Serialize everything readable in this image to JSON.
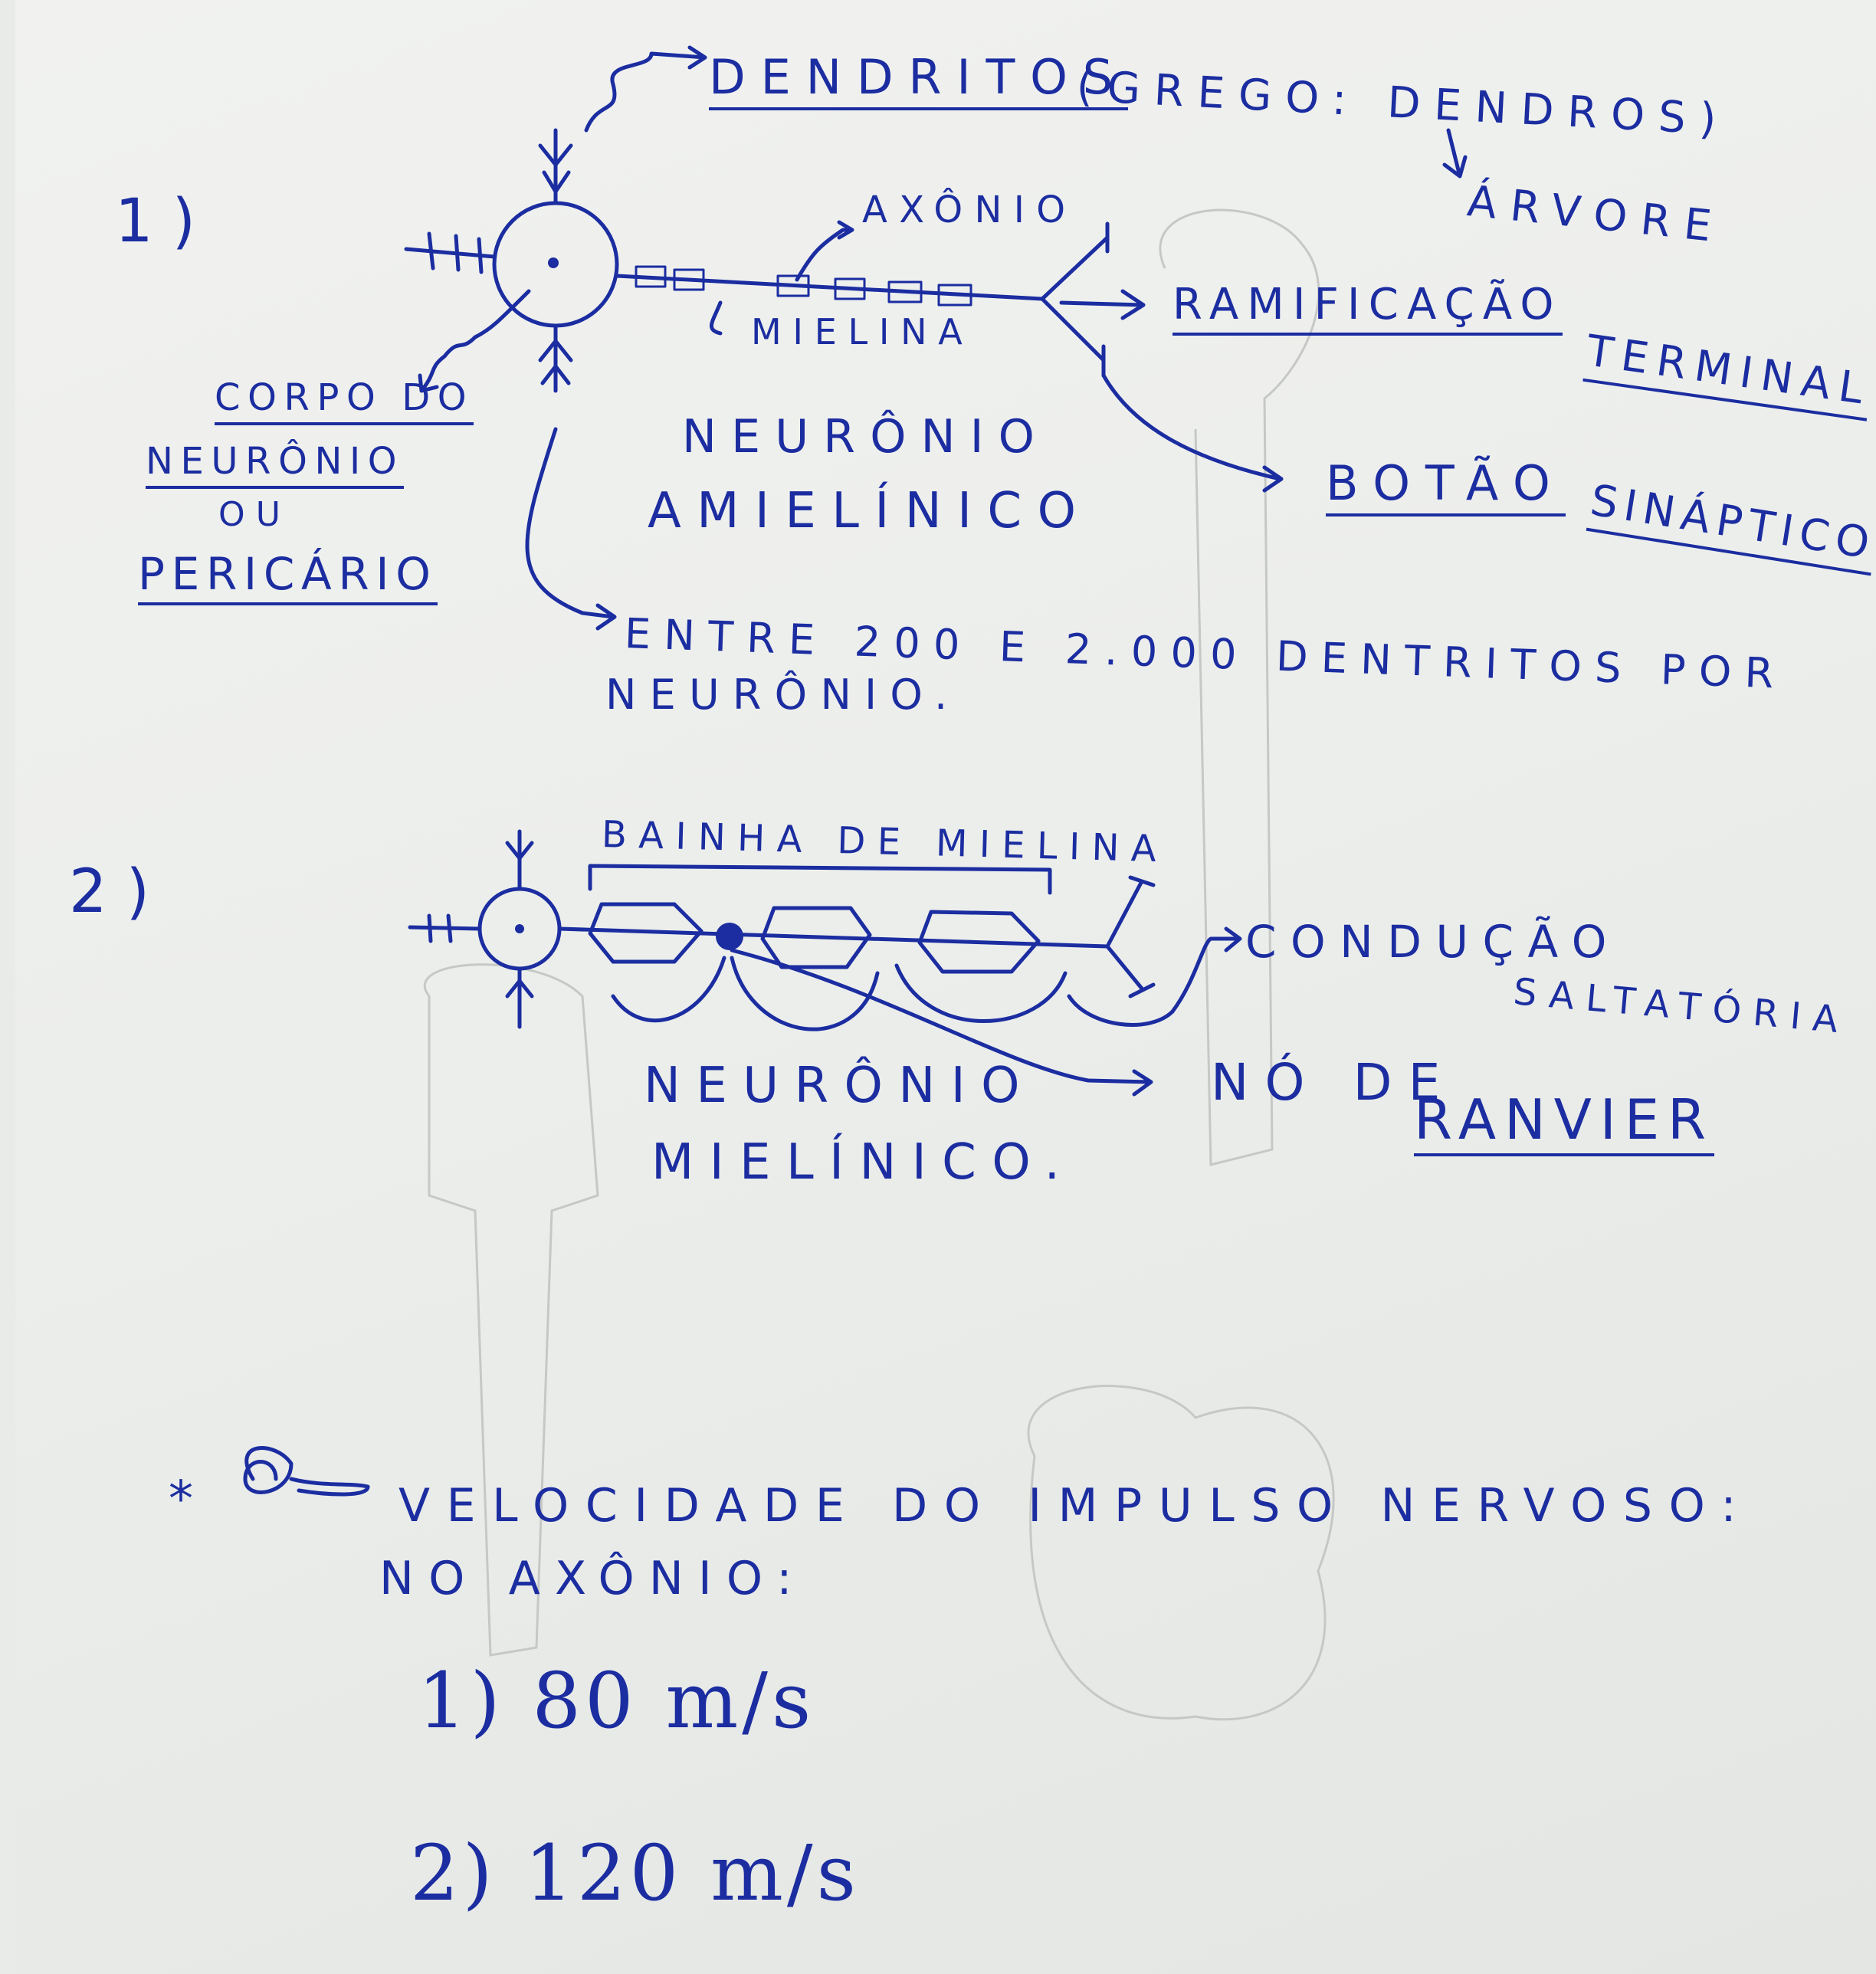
{
  "section1": {
    "number": "1)",
    "dendritos": "DENDRITOS",
    "grego": "(GREGO: DENDROS)",
    "arvore": "ÁRVORE",
    "axonio": "AXÔNIO",
    "mielina": "MIELINA",
    "ramificacao": "RAMIFICAÇÃO",
    "terminal": "TERMINAL",
    "botao": "BOTÃO",
    "sinaptico": "SINÁPTICO",
    "corpo": "CORPO DO",
    "neuronio_label": "NEURÔNIO",
    "ou": "OU",
    "pericario": "PERICÁRIO",
    "title_line1": "NEURÔNIO",
    "title_line2": "AMIELÍNICO",
    "note_line1": "ENTRE 200 E 2.000 DENTRITOS POR",
    "note_line2": "NEURÔNIO."
  },
  "section2": {
    "number": "2)",
    "bainha": "BAINHA DE MIELINA",
    "conducao": "CONDUÇÃO",
    "saltatoria": "SALTATÓRIA",
    "no_de": "NÓ DE",
    "ranvier": "RANVIER",
    "title_line1": "NEURÔNIO",
    "title_line2": "MIELÍNICO."
  },
  "velocity": {
    "asterisk": "*",
    "line1": "VELOCIDADE DO IMPULSO NERVOSO:",
    "line2": "NO AXÔNIO:",
    "item1": "1) 80 m/s",
    "item2": "2) 120 m/s"
  },
  "colors": {
    "ink": "#1b2da0",
    "paper": "#eef0ee",
    "ghost": "#c6c8c6"
  }
}
